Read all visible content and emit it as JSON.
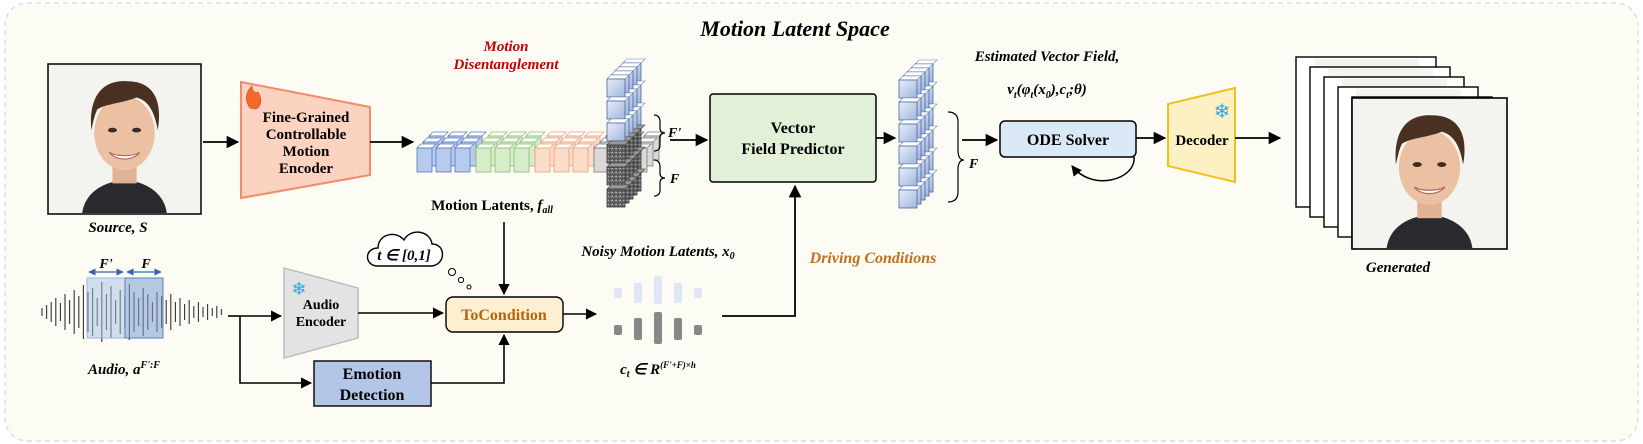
{
  "title": "Motion Latent Space",
  "source": {
    "label": "Source, S"
  },
  "encoder": {
    "line1": "Fine-Grained",
    "line2": "Controllable",
    "line3": "Motion",
    "line4": "Encoder"
  },
  "disentangle": {
    "line1": "Motion",
    "line2": "Disentanglement"
  },
  "latents": {
    "label_prefix": "Motion Latents, ",
    "label_var": "f",
    "label_sub": "all"
  },
  "frame_labels": {
    "f_prime": "F'",
    "f": "F"
  },
  "vfp": {
    "line1": "Vector",
    "line2": "Field Predictor"
  },
  "est": {
    "line1": "Estimated Vector Field,",
    "line2": "v",
    "line2_sub": "t",
    "line2_rest": "(φ",
    "line2_sub2": "t",
    "line2_rest2": "(x",
    "line2_sub3": "0",
    "line2_rest3": "),c",
    "line2_sub4": "t",
    "line2_rest4": ";θ)"
  },
  "ode": {
    "label": "ODE Solver"
  },
  "decoder": {
    "label": "Decoder"
  },
  "generated": {
    "label": "Generated"
  },
  "time": {
    "label": "t ∈ [0,1]"
  },
  "noisy": {
    "label_prefix": "Noisy Motion Latents, ",
    "label_var": "x",
    "label_sub": "0"
  },
  "driving": {
    "label": "Driving Conditions"
  },
  "audio": {
    "label_prefix": "Audio, ",
    "label_var": "a",
    "label_sup": "F':F",
    "win_left": "F'",
    "win_right": "F"
  },
  "audio_encoder": {
    "line1": "Audio",
    "line2": "Encoder"
  },
  "tocondition": {
    "label": "ToCondition"
  },
  "emotion": {
    "line1": "Emotion",
    "line2": "Detection"
  },
  "ct": {
    "prefix": "c",
    "sub": "t",
    "mid": " ∈ R",
    "sup": "(F'+F)×h"
  },
  "colors": {
    "encoder_fill": "#fbd3c0",
    "encoder_stroke": "#f08c6a",
    "vfp_fill": "#e3f0d8",
    "ode_fill": "#dbe8f6",
    "decoder_fill": "#fdf1c4",
    "decoder_stroke": "#f0c020",
    "tocond_fill": "#fdefcf",
    "tocond_text": "#b8640c",
    "emotion_fill": "#b4c6e7",
    "title_red": "#c00000",
    "driving": "#c0701e",
    "bg": "#fcfbf4"
  }
}
